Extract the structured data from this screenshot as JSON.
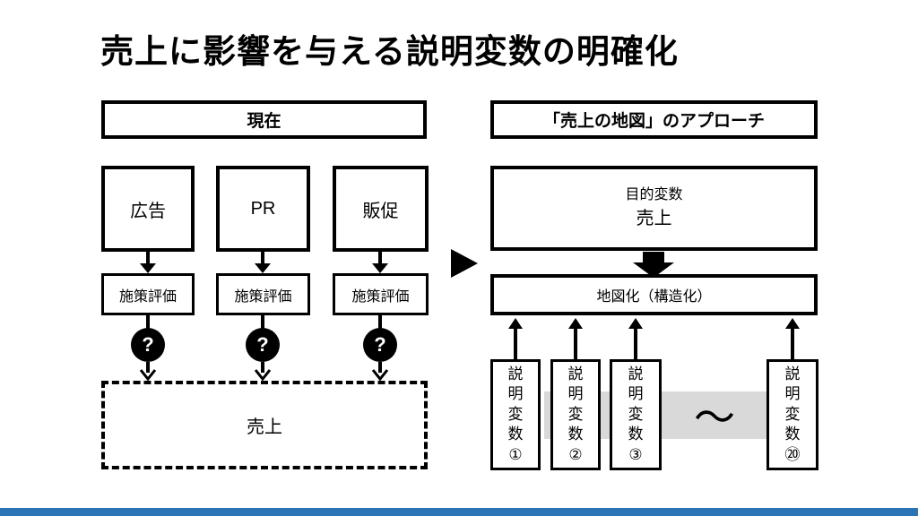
{
  "title": "売上に影響を与える説明変数の明確化",
  "left": {
    "header": "現在",
    "channels": [
      "広告",
      "PR",
      "販促"
    ],
    "evals": [
      "施策評価",
      "施策評価",
      "施策評価"
    ],
    "question_mark": "?",
    "sales_box": "売上"
  },
  "right": {
    "header": "「売上の地図」のアプローチ",
    "objective": {
      "caption": "目的変数",
      "value": "売上"
    },
    "mapping": "地図化（構造化）",
    "tilde": "～",
    "variables": [
      {
        "label": "説明変数",
        "number": "①"
      },
      {
        "label": "説明変数",
        "number": "②"
      },
      {
        "label": "説明変数",
        "number": "③"
      },
      {
        "label": "説明変数",
        "number": "⑳"
      }
    ]
  },
  "colors": {
    "line": "#000000",
    "gray_band": "#d9d9d9",
    "bottom_bar": "#2d74b5"
  }
}
